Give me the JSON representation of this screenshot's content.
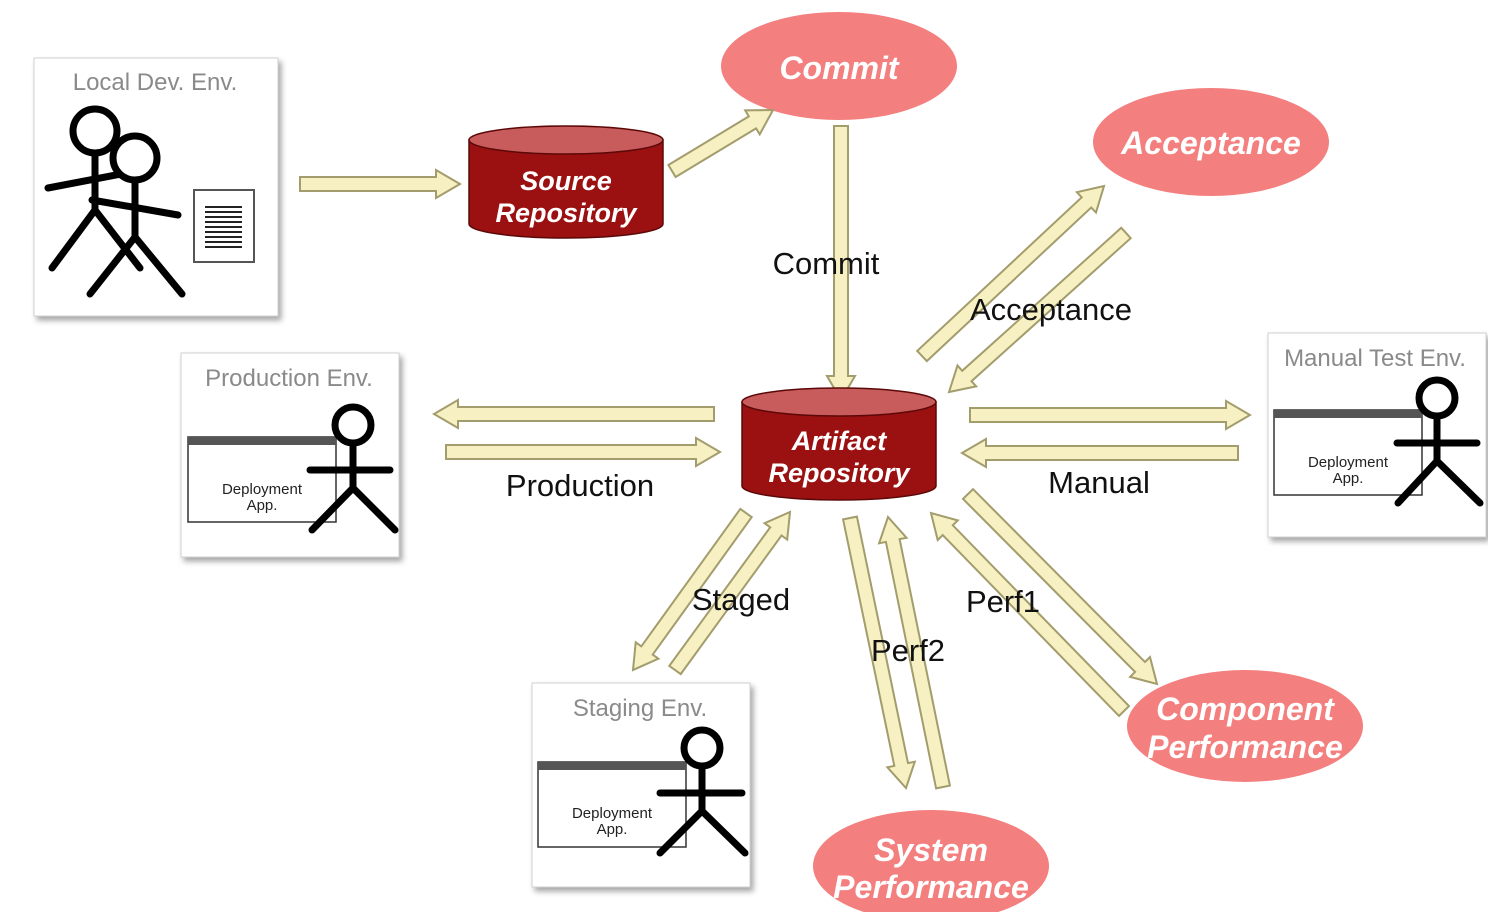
{
  "environments": {
    "local": {
      "title": "Local Dev. Env."
    },
    "production": {
      "title": "Production Env.",
      "app_line1": "Deployment",
      "app_line2": "App."
    },
    "manual": {
      "title": "Manual Test Env.",
      "app_line1": "Deployment",
      "app_line2": "App."
    },
    "staging": {
      "title": "Staging Env.",
      "app_line1": "Deployment",
      "app_line2": "App."
    }
  },
  "repositories": {
    "source": {
      "line1": "Source",
      "line2": "Repository"
    },
    "artifact": {
      "line1": "Artifact",
      "line2": "Repository"
    }
  },
  "stages": {
    "commit": {
      "label": "Commit"
    },
    "acceptance": {
      "label": "Acceptance"
    },
    "component": {
      "line1": "Component",
      "line2": "Performance"
    },
    "system": {
      "line1": "System",
      "line2": "Performance"
    }
  },
  "arrow_labels": {
    "commit": "Commit",
    "acceptance": "Acceptance",
    "production": "Production",
    "manual": "Manual",
    "staged": "Staged",
    "perf1": "Perf1",
    "perf2": "Perf2"
  },
  "colors": {
    "stage_fill": "#f47f7f",
    "repo_fill": "#9b1111",
    "arrow_fill": "#f6f0c2",
    "arrow_stroke": "#a39c6c"
  }
}
